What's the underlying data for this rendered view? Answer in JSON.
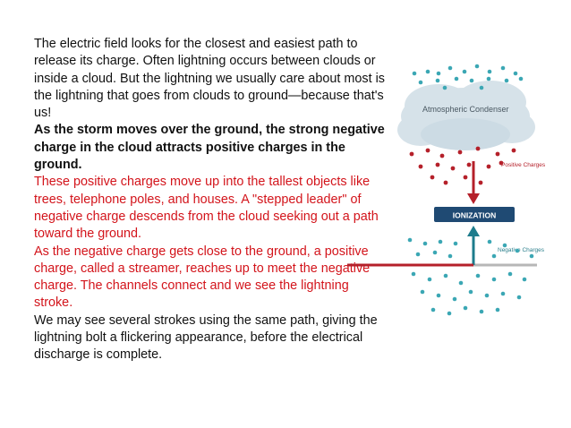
{
  "paragraphs": {
    "p1": "The electric field looks for the closest and easiest path to release its charge. Often lightning occurs between clouds or inside a cloud. But the lightning we usually care about most is the lightning that goes from clouds to ground—because that's us!",
    "p2": "As the storm moves over the ground, the strong negative charge in the cloud attracts positive charges in the ground.",
    "p3": "These positive charges move up into the tallest objects like trees, telephone poles, and houses. A \"stepped leader\" of negative charge descends from the cloud seeking out a path toward the ground.",
    "p4": "As the negative charge gets close to the ground, a positive charge, called a streamer, reaches up to meet the negative charge. The channels connect and we see the lightning stroke.",
    "p5": "We may see several strokes using the same path, giving the lightning bolt a flickering appearance, before the electrical discharge is complete."
  },
  "diagram": {
    "cloud_label": "Atmospheric Condenser",
    "positive_label": "Positive Charges",
    "ionization_label": "IONIZATION",
    "negative_label": "Negative Charges"
  },
  "colors": {
    "red_text": "#d3141b",
    "arrow_red": "#b5202a",
    "arrow_teal": "#1e7c8c",
    "ionization_bg": "#1f4a73",
    "ground_line": "#b7b7b7"
  }
}
